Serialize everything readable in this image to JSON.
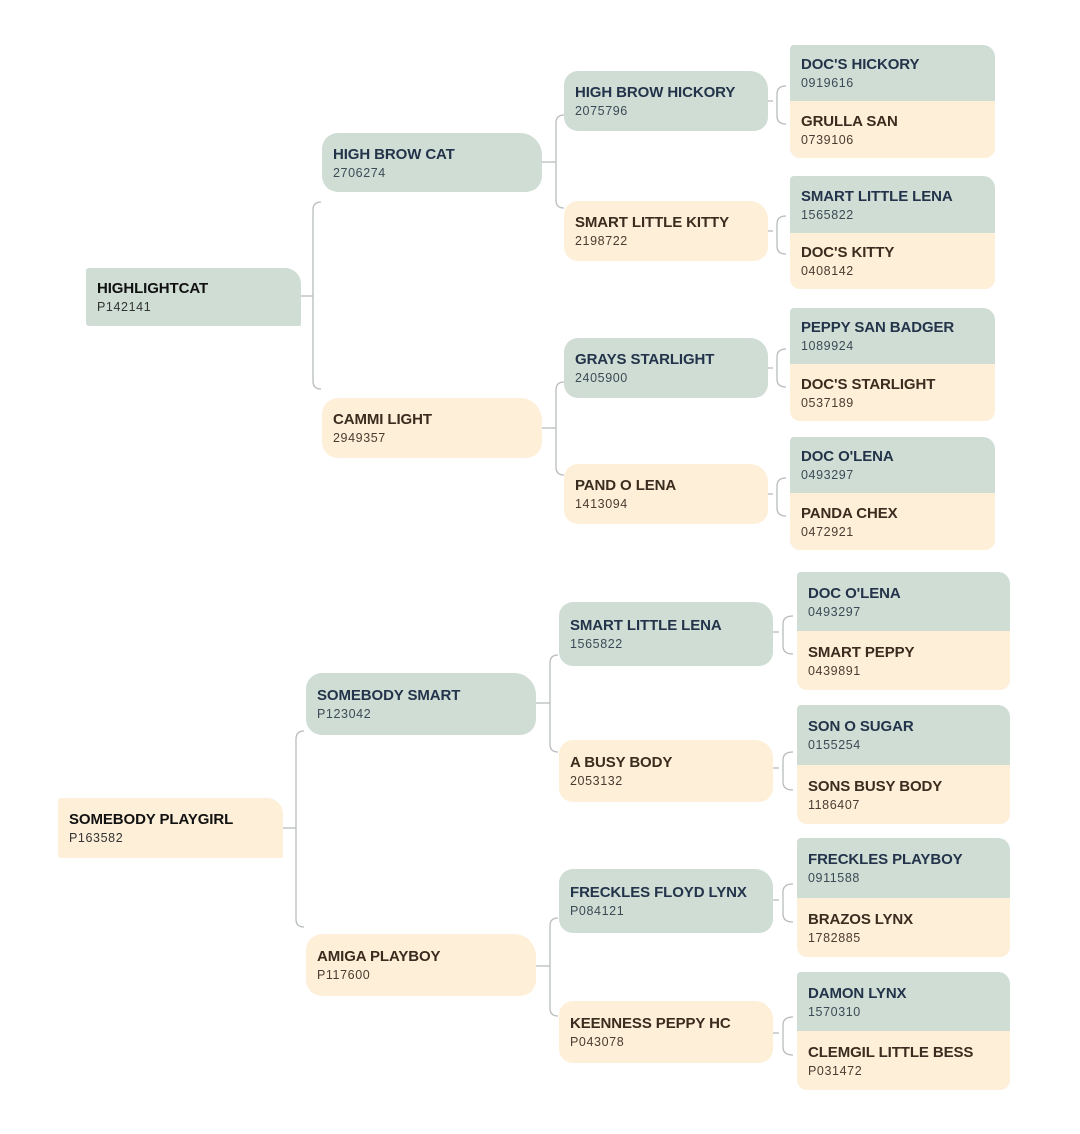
{
  "pedigrees": [
    {
      "root": {
        "name": "HIGHLIGHTCAT",
        "reg": "P142141"
      },
      "sire": {
        "name": "HIGH BROW CAT",
        "reg": "2706274"
      },
      "dam": {
        "name": "CAMMI LIGHT",
        "reg": "2949357"
      },
      "sire_sire": {
        "name": "HIGH BROW HICKORY",
        "reg": "2075796"
      },
      "sire_dam": {
        "name": "SMART LITTLE KITTY",
        "reg": "2198722"
      },
      "dam_sire": {
        "name": "GRAYS STARLIGHT",
        "reg": "2405900"
      },
      "dam_dam": {
        "name": "PAND O LENA",
        "reg": "1413094"
      },
      "g3": [
        {
          "name": "DOC'S HICKORY",
          "reg": "0919616"
        },
        {
          "name": "GRULLA SAN",
          "reg": "0739106"
        },
        {
          "name": "SMART LITTLE LENA",
          "reg": "1565822"
        },
        {
          "name": "DOC'S KITTY",
          "reg": "0408142"
        },
        {
          "name": "PEPPY SAN BADGER",
          "reg": "1089924"
        },
        {
          "name": "DOC'S STARLIGHT",
          "reg": "0537189"
        },
        {
          "name": "DOC O'LENA",
          "reg": "0493297"
        },
        {
          "name": "PANDA CHEX",
          "reg": "0472921"
        }
      ]
    },
    {
      "root": {
        "name": "SOMEBODY PLAYGIRL",
        "reg": "P163582"
      },
      "sire": {
        "name": "SOMEBODY SMART",
        "reg": "P123042"
      },
      "dam": {
        "name": "AMIGA PLAYBOY",
        "reg": "P117600"
      },
      "sire_sire": {
        "name": "SMART LITTLE LENA",
        "reg": "1565822"
      },
      "sire_dam": {
        "name": "A BUSY BODY",
        "reg": "2053132"
      },
      "dam_sire": {
        "name": "FRECKLES FLOYD LYNX",
        "reg": "P084121"
      },
      "dam_dam": {
        "name": "KEENNESS PEPPY HC",
        "reg": "P043078"
      },
      "g3": [
        {
          "name": "DOC O'LENA",
          "reg": "0493297"
        },
        {
          "name": "SMART PEPPY",
          "reg": "0439891"
        },
        {
          "name": "SON O SUGAR",
          "reg": "0155254"
        },
        {
          "name": "SONS BUSY BODY",
          "reg": "1186407"
        },
        {
          "name": "FRECKLES PLAYBOY",
          "reg": "0911588"
        },
        {
          "name": "BRAZOS LYNX",
          "reg": "1782885"
        },
        {
          "name": "DAMON LYNX",
          "reg": "1570310"
        },
        {
          "name": "CLEMGIL LITTLE BESS",
          "reg": "P031472"
        }
      ]
    }
  ]
}
